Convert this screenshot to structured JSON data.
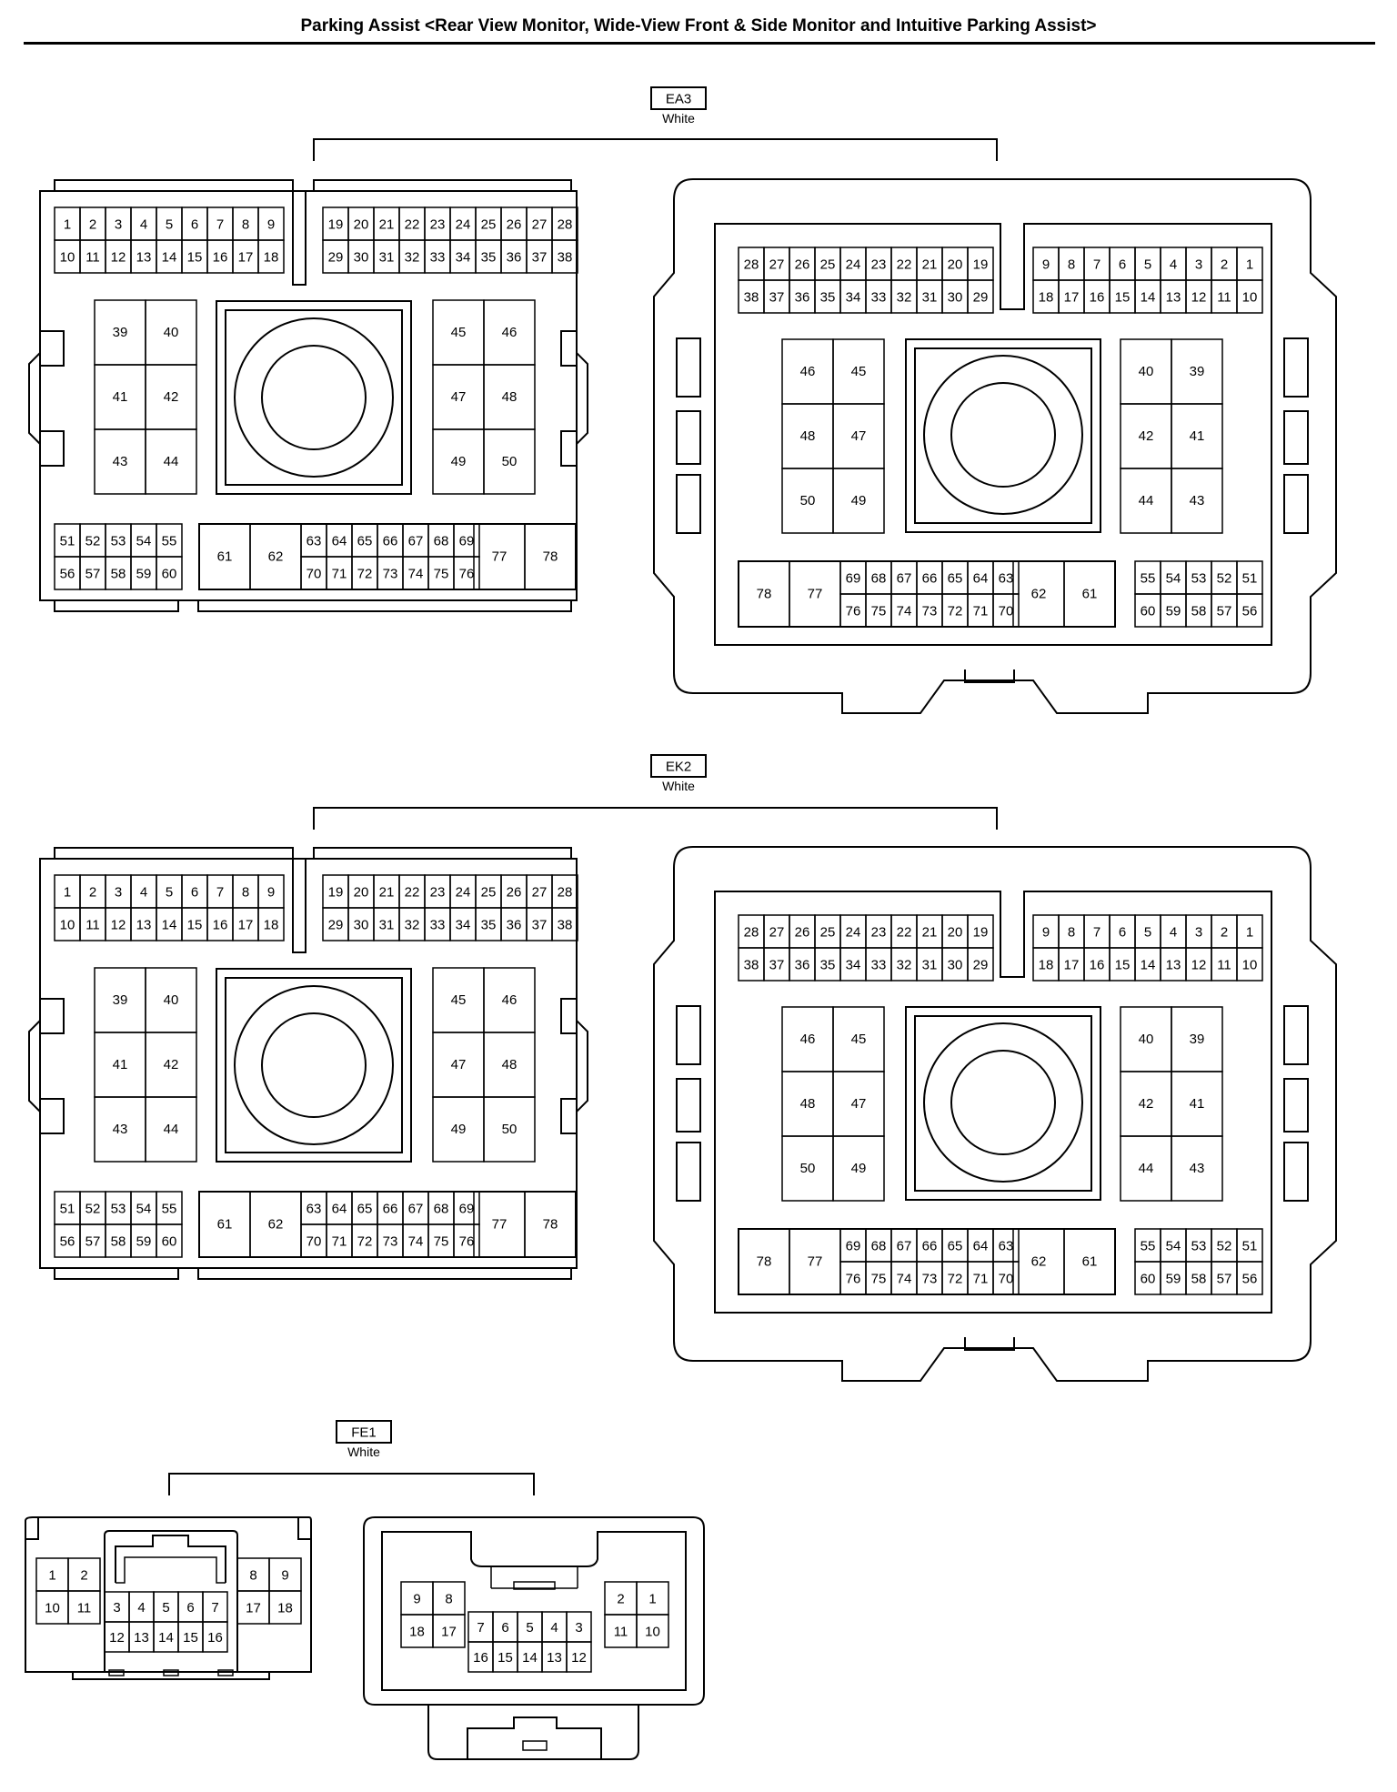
{
  "title": "Parking Assist <Rear View Monitor, Wide-View Front & Side Monitor and Intuitive Parking Assist>",
  "connectors": [
    {
      "code": "EA3",
      "color": "White"
    },
    {
      "code": "EK2",
      "color": "White"
    },
    {
      "code": "FE1",
      "color": "White"
    }
  ],
  "colors": {
    "line": "#000000",
    "background": "#ffffff"
  }
}
